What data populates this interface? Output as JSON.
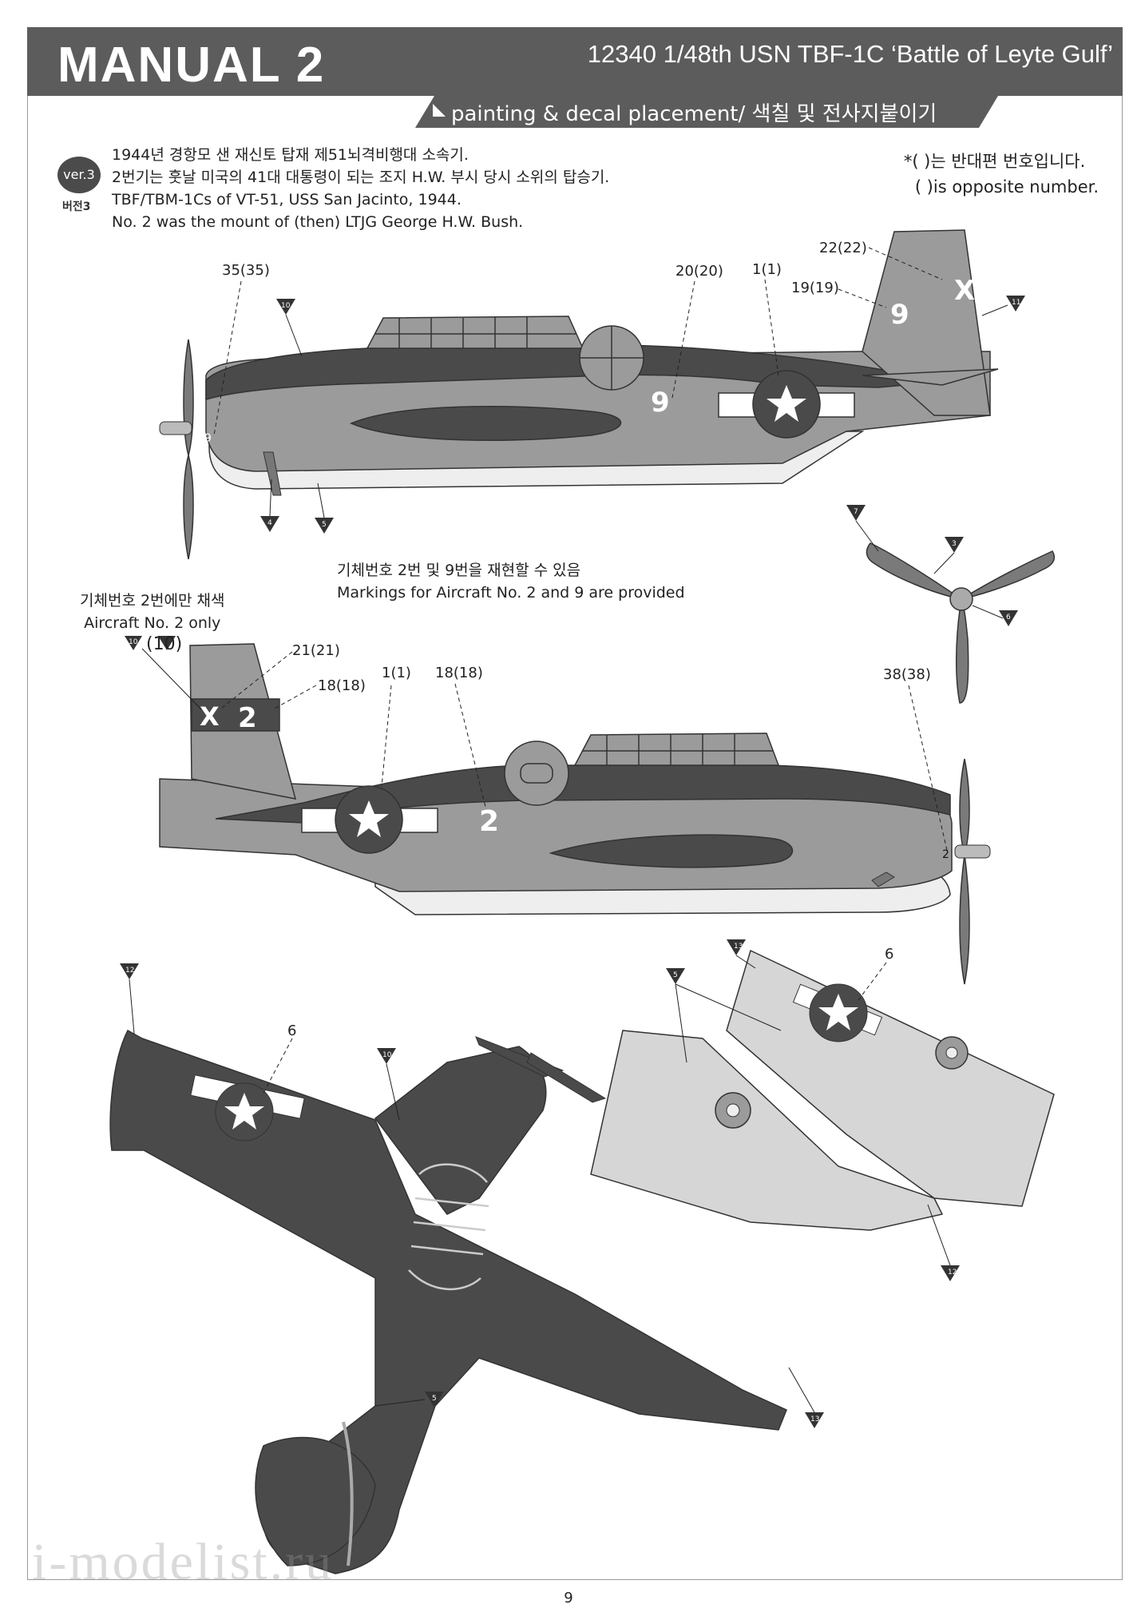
{
  "header": {
    "title": "MANUAL 2",
    "kit": "12340 1/48th USN TBF-1C ‘Battle of Leyte Gulf’",
    "subtitle": "painting & decal placement/ 색칠 및 전사지붙이기"
  },
  "version": {
    "badge": "ver.3",
    "label_kr": "버전3"
  },
  "notes": [
    "1944년 경항모  샌 재신토 탑재 제51뇌격비행대 소속기.",
    "2번기는 훗날 미국의 41대 대통령이 되는 조지 H.W. 부시 당시 소위의 탑승기.",
    "TBF/TBM-1Cs of VT-51, USS San Jacinto, 1944.",
    "No. 2 was the mount of (then) LTJG George H.W. Bush."
  ],
  "opposite": {
    "kr": "*(  )는 반대편 번호입니다.",
    "en": "(  )is opposite number."
  },
  "aircraft_top": {
    "callouts": [
      "35(35)",
      "20(20)",
      "1(1)",
      "22(22)",
      "19(19)"
    ],
    "tail_letter": "X",
    "tail_number": "9",
    "fuselage_number": "9",
    "nose_number": "9",
    "color_refs": [
      "10",
      "11",
      "4",
      "5"
    ]
  },
  "propeller": {
    "color_refs": [
      "7",
      "3",
      "6"
    ]
  },
  "markings_note": {
    "kr": "기체번호 2번 및 9번을 재현할 수 있음",
    "en": "Markings for Aircraft No. 2 and 9 are provided"
  },
  "aircraft_only_note": {
    "kr": "기체번호 2번에만 채색",
    "en": "Aircraft No. 2 only",
    "refs": [
      "10",
      "(10)"
    ]
  },
  "aircraft_bottom": {
    "callouts": [
      "21(21)",
      "18(18)",
      "1(1)",
      "18(18)",
      "38(38)"
    ],
    "tail_letter": "X",
    "tail_number": "2",
    "fuselage_number": "2",
    "nose_number": "2"
  },
  "top_view": {
    "callout": "6",
    "color_refs": [
      "12",
      "10",
      "5",
      "13"
    ]
  },
  "wing_view": {
    "callout": "6",
    "color_refs": [
      "13",
      "5",
      "12"
    ]
  },
  "page_number": "9",
  "watermark": "i-modelist.ru",
  "colors": {
    "dark_blue": "#4a4a4a",
    "mid_grey": "#9b9b9b",
    "light_grey": "#d6d6d6",
    "underside": "#eeeeee",
    "header": "#5c5c5c"
  }
}
